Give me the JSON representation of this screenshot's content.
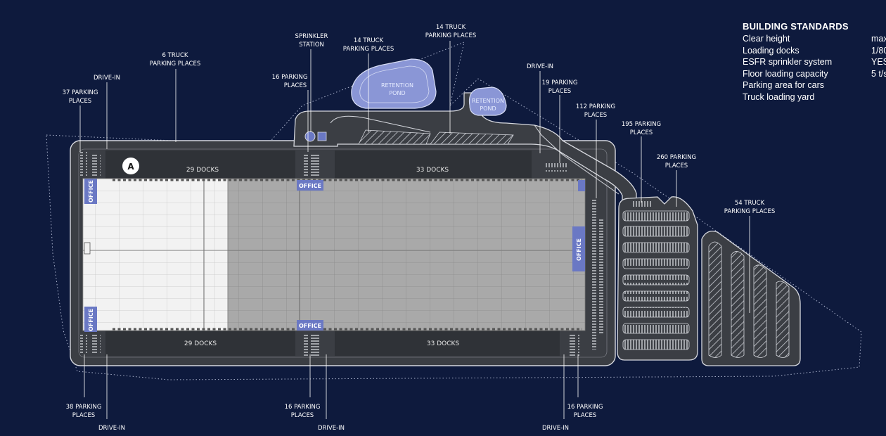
{
  "standards": {
    "title": "BUILDING STANDARDS",
    "rows": [
      {
        "label": "Clear height",
        "value": "max"
      },
      {
        "label": "Loading docks",
        "value": "1/80"
      },
      {
        "label": "ESFR sprinkler system",
        "value": "YES"
      },
      {
        "label": "Floor loading capacity",
        "value": "5 t/s"
      },
      {
        "label": "Parking area for cars",
        "value": ""
      },
      {
        "label": "Truck loading yard",
        "value": ""
      }
    ]
  },
  "building": {
    "label": "A",
    "docks": {
      "top_left": "29 DOCKS",
      "top_right": "33 DOCKS",
      "bottom_left": "29 DOCKS",
      "bottom_right": "33 DOCKS"
    },
    "office_label": "OFFICE"
  },
  "ponds": {
    "line1": "RETENTION",
    "line2": "POND"
  },
  "labels": {
    "truck6": {
      "l1": "6 TRUCK",
      "l2": "PARKING PLACES"
    },
    "drive_in": "DRIVE-IN",
    "p37": {
      "l1": "37 PARKING",
      "l2": "PLACES"
    },
    "sprinkler": {
      "l1": "SPRINKLER",
      "l2": "STATION"
    },
    "p16": {
      "l1": "16 PARKING",
      "l2": "PLACES"
    },
    "truck14": {
      "l1": "14 TRUCK",
      "l2": "PARKING PLACES"
    },
    "p19": {
      "l1": "19 PARKING",
      "l2": "PLACES"
    },
    "p112": {
      "l1": "112 PARKING",
      "l2": "PLACES"
    },
    "p195": {
      "l1": "195 PARKING",
      "l2": "PLACES"
    },
    "p260": {
      "l1": "260 PARKING",
      "l2": "PLACES"
    },
    "truck54": {
      "l1": "54 TRUCK",
      "l2": "PARKING PLACES"
    },
    "p38": {
      "l1": "38 PARKING",
      "l2": "PLACES"
    }
  },
  "colors": {
    "background": "#0e1a3d",
    "road": "#3b3e44",
    "road_edge": "#d6d8de",
    "warehouse_light": "#f2f2f2",
    "warehouse_dark": "#a9a9a9",
    "office": "#6a78c4",
    "pond": "#8a96d6"
  }
}
